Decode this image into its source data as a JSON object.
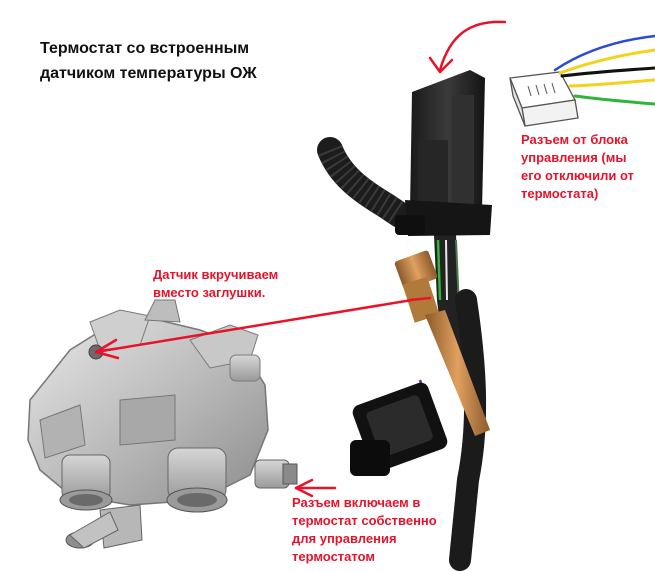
{
  "title": {
    "line1": "Термостат со встроенным",
    "line2": "датчиком температуры ОЖ"
  },
  "labels": {
    "ecu_connector": [
      "Разъем от блока",
      "управления (мы",
      "его отключили от",
      "термостата)"
    ],
    "sensor": [
      "Датчик вкручиваем",
      "вместо заглушки."
    ],
    "thermostat_connector": [
      "Разъем включаем в",
      "термостат собственно",
      "для управления",
      "термостатом"
    ]
  },
  "colors": {
    "annotation_text": "#e8122a",
    "arrow": "#e8122a",
    "title_text": "#111111",
    "wire_yellow": "#f2d21b",
    "wire_green": "#2fb53a",
    "wire_blue": "#2a4bd8"
  }
}
